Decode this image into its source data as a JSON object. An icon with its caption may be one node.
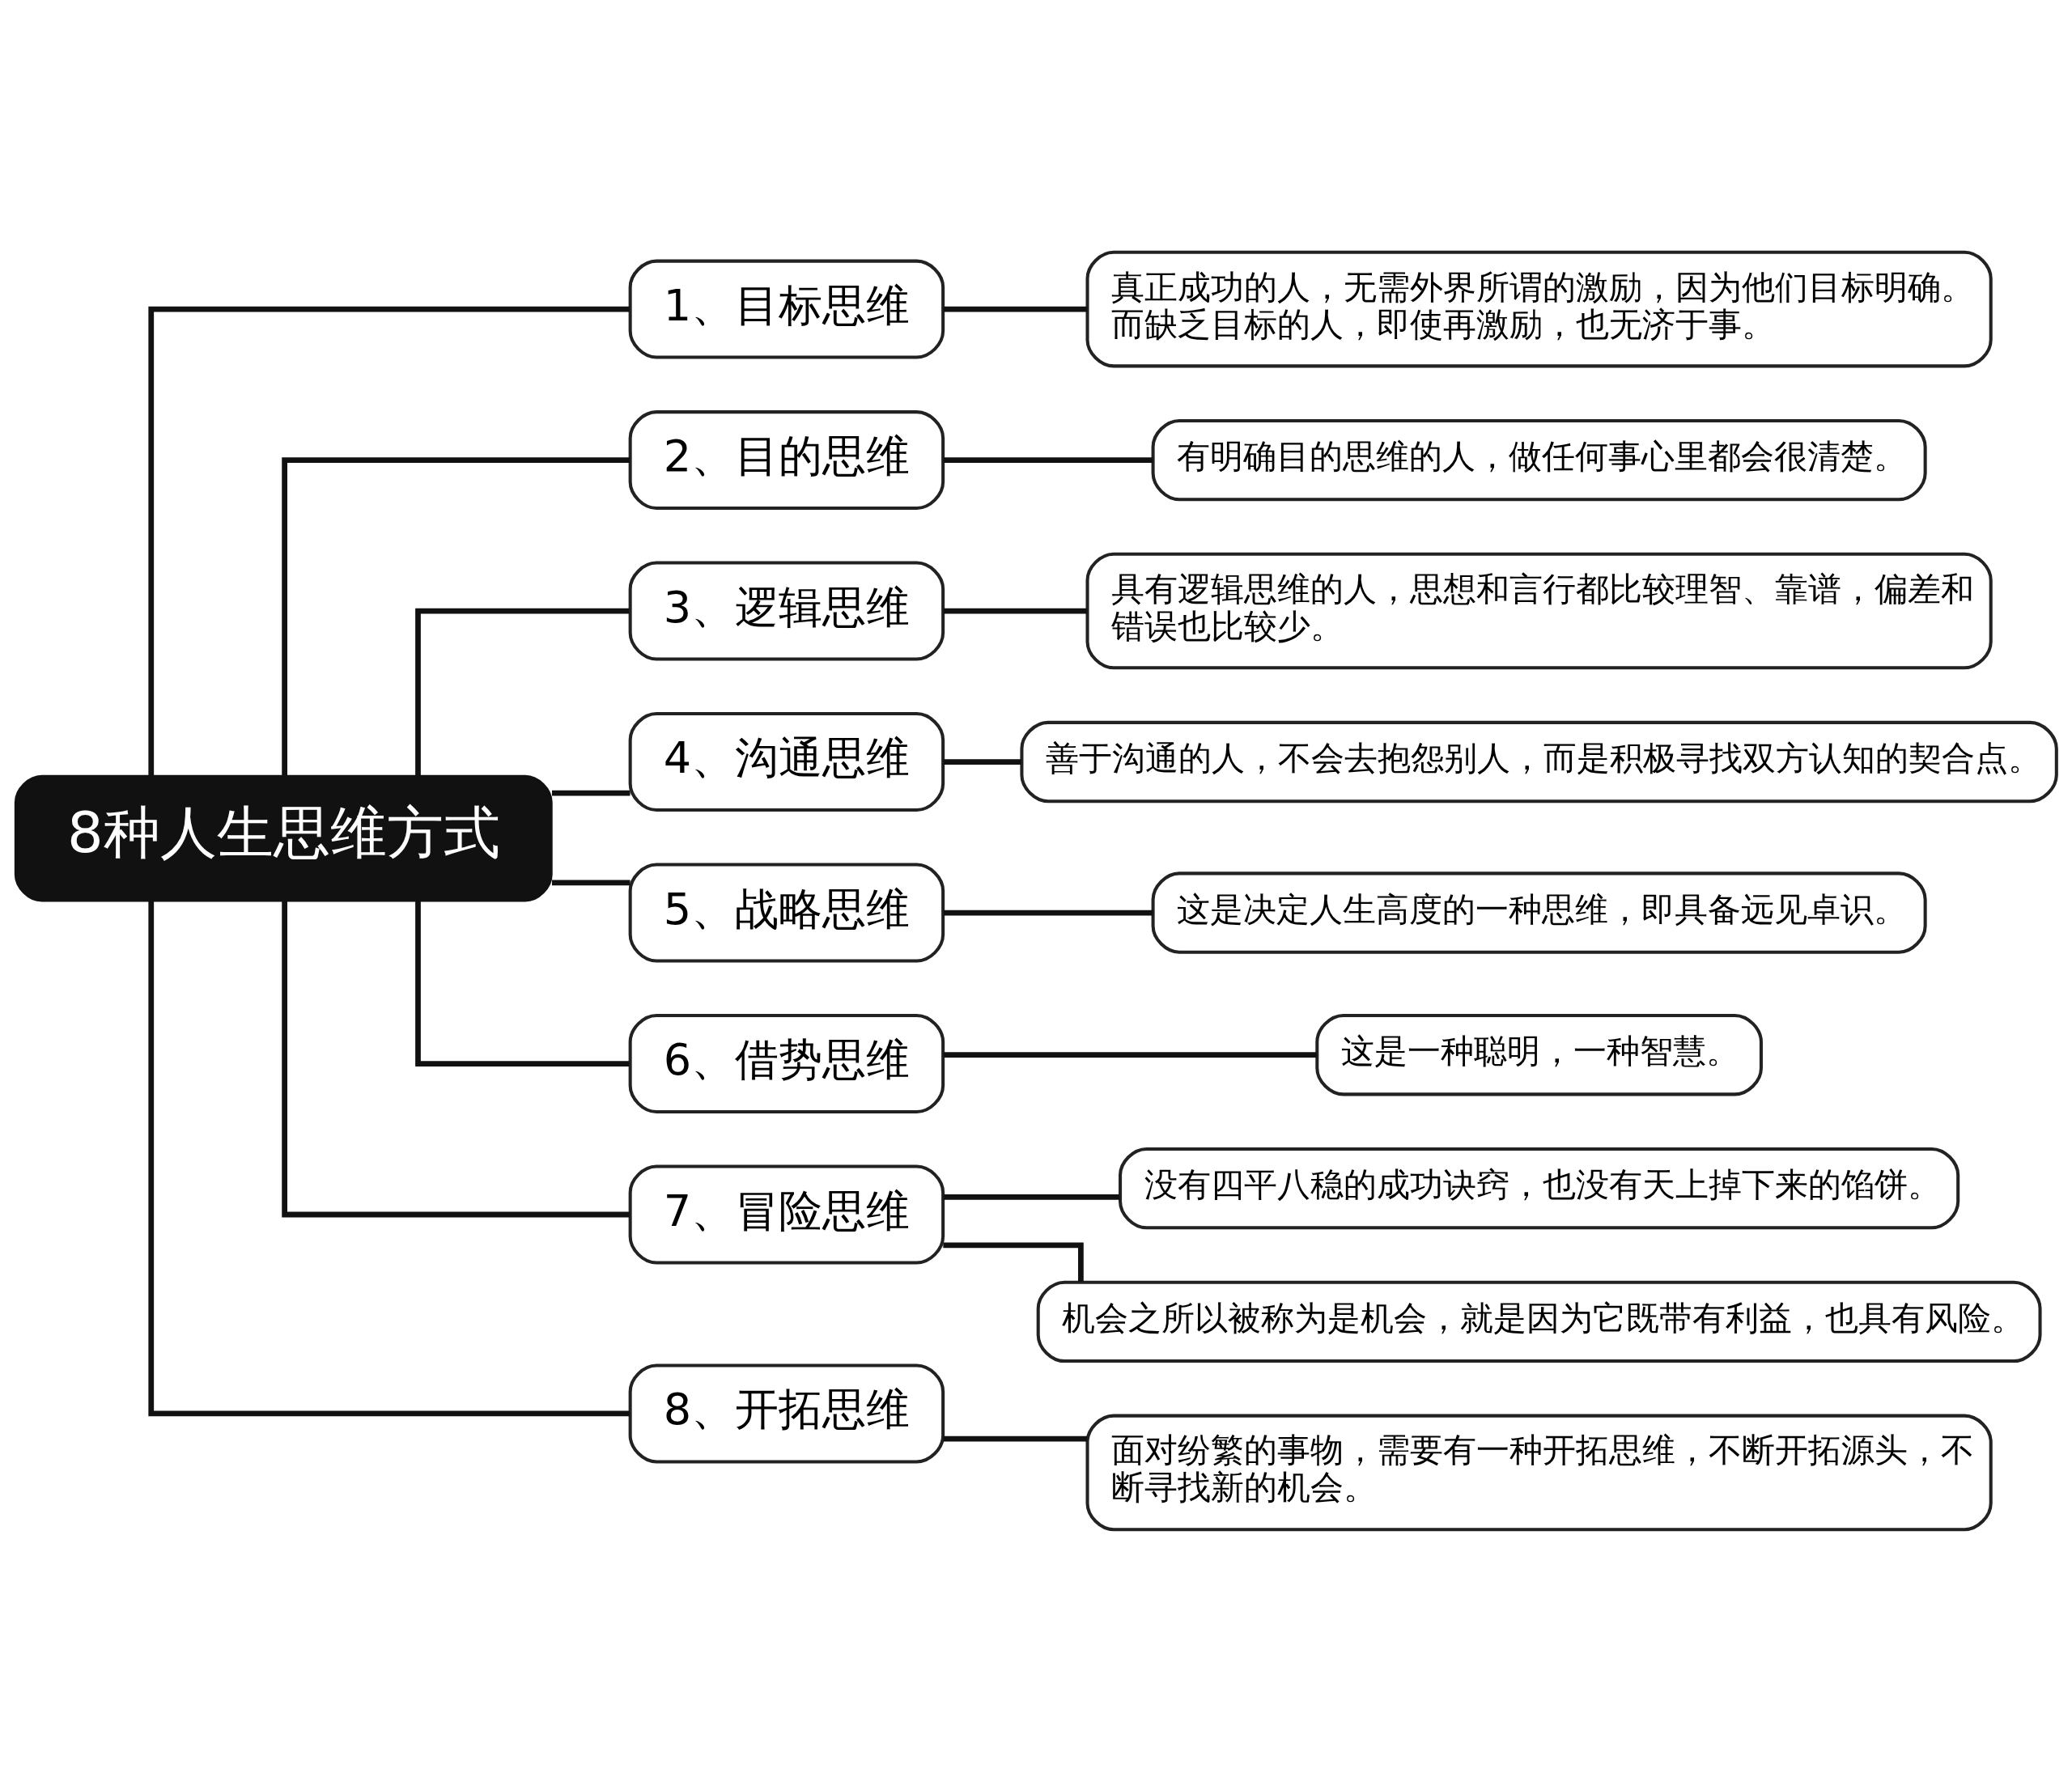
{
  "diagram": {
    "nodes": [
      {
        "text": [
          "8种人生思维方式"
        ]
      },
      {
        "text": [
          "1、目标思维"
        ]
      },
      {
        "text": [
          "真正成功的人，无需外界所谓的激励，因为他们目标明确。而缺乏目标的人，即使再激励，也无济于事。"
        ]
      },
      {
        "text": [
          "2、目的思维"
        ]
      },
      {
        "text": [
          "有明确目的思维的人，做任何事心里都会很清楚。"
        ]
      },
      {
        "text": [
          "3、逻辑思维"
        ]
      },
      {
        "text": [
          "具有逻辑思维的人，思想和言行都比较理智、靠谱，偏差和错误也比较少。"
        ]
      },
      {
        "text": [
          "4、沟通思维"
        ]
      },
      {
        "text": [
          "善于沟通的人，不会去抱怨别人，而是积极寻找双方认知的契合点。"
        ]
      },
      {
        "text": [
          "5、战略思维"
        ]
      },
      {
        "text": [
          "这是决定人生高度的一种思维，即具备远见卓识。"
        ]
      },
      {
        "text": [
          "6、借势思维"
        ]
      },
      {
        "text": [
          "这是一种聪明，一种智慧。"
        ]
      },
      {
        "text": [
          "7、冒险思维"
        ]
      },
      {
        "text": [
          "没有四平八稳的成功诀窍，也没有天上掉下来的馅饼。"
        ]
      },
      {
        "text": [
          "机会之所以被称为是机会，就是因为它既带有利益，也具有风险。"
        ]
      },
      {
        "text": [
          "8、开拓思维"
        ]
      },
      {
        "text": [
          "面对纷繁的事物，需要有一种开拓思维，不断开拓源头，不断寻找新的机会。"
        ]
      }
    ],
    "edges": [
      {
        "from": 0,
        "to": 1,
        "arrow": "none"
      },
      {
        "from": 1,
        "to": 2,
        "arrow": "none"
      },
      {
        "from": 0,
        "to": 3,
        "arrow": "none"
      },
      {
        "from": 3,
        "to": 4,
        "arrow": "none"
      },
      {
        "from": 0,
        "to": 5,
        "arrow": "none"
      },
      {
        "from": 5,
        "to": 6,
        "arrow": "none"
      },
      {
        "from": 0,
        "to": 7,
        "arrow": "none"
      },
      {
        "from": 7,
        "to": 8,
        "arrow": "none"
      },
      {
        "from": 0,
        "to": 9,
        "arrow": "none"
      },
      {
        "from": 9,
        "to": 10,
        "arrow": "none"
      },
      {
        "from": 0,
        "to": 11,
        "arrow": "none"
      },
      {
        "from": 11,
        "to": 12,
        "arrow": "none"
      },
      {
        "from": 0,
        "to": 13,
        "arrow": "none"
      },
      {
        "from": 13,
        "to": 14,
        "arrow": "none"
      },
      {
        "from": 13,
        "to": 15,
        "arrow": "none"
      },
      {
        "from": 0,
        "to": 16,
        "arrow": "none"
      },
      {
        "from": 16,
        "to": 17,
        "arrow": "none"
      }
    ]
  }
}
